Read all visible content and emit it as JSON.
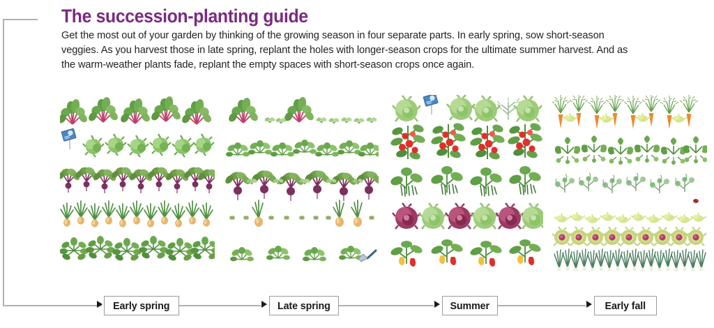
{
  "headline": "The succession-planting guide",
  "intro": "Get the most out of your garden by thinking of the growing season in four separate parts. In early spring, sow short-season veggies. As you harvest those in late spring, replant the holes with longer-season crops for the ultimate summer harvest. And as the warm-weather plants fade, replant the empty spaces with short-season crops once again.",
  "colors": {
    "headline_purple": "#7a2a80",
    "body_text": "#231f20",
    "bracket_gray": "#b0b0b0",
    "box_border_gray": "#9a9a9a",
    "arrow_black": "#1a1a1a",
    "leaf_green": "#6aa84f",
    "deep_green": "#3f7a3a",
    "tomato_red": "#e0302a",
    "beet_purple": "#7d2f5e",
    "onion_tan": "#e8b56a",
    "carrot_orange": "#ef8a2b",
    "lettuce_light": "#a9d18e",
    "radicchio": "#b23a6a",
    "seed_packet_blue": "#4b87c4",
    "pepper_yellow": "#f2c23e"
  },
  "timeline": {
    "stages": [
      {
        "label": "Early spring"
      },
      {
        "label": "Late spring"
      },
      {
        "label": "Summer"
      },
      {
        "label": "Early fall"
      }
    ]
  },
  "panels": [
    {
      "stage": "Early spring",
      "rows": [
        {
          "crop": "swiss-chard",
          "count": 5,
          "note": "mature leafy chard with red stems"
        },
        {
          "crop": "lettuce",
          "count": 6,
          "note": "young lettuce rosettes, seed packet on stake at row start"
        },
        {
          "crop": "beets",
          "count": 9,
          "note": "beet greens with purple roots"
        },
        {
          "crop": "onions",
          "count": 11,
          "note": "onion tops with bulbs"
        },
        {
          "crop": "arugula",
          "count": 6,
          "note": "lobed arugula / mustard greens"
        }
      ],
      "has_seed_packet": true,
      "has_trowel": false
    },
    {
      "stage": "Late spring",
      "rows": [
        {
          "crop": "swiss-chard",
          "count": 2,
          "note": "most chard harvested, small seedlings remain"
        },
        {
          "crop": "tomato-seedlings",
          "count": 7,
          "note": "young transplants filling gaps"
        },
        {
          "crop": "beets",
          "count": 6,
          "note": "beets sized up, gaps between"
        },
        {
          "crop": "onions",
          "count": 3,
          "note": "onions mostly pulled, stubs remain"
        },
        {
          "crop": "seedlings",
          "count": 4,
          "note": "new transplants, trowel at row end"
        }
      ],
      "has_seed_packet": false,
      "has_trowel": true
    },
    {
      "stage": "Summer",
      "rows": [
        {
          "crop": "lettuce-heads",
          "count": 5,
          "note": "head lettuce and dill, seed packet on stake"
        },
        {
          "crop": "tomatoes",
          "count": 4,
          "note": "staked tomato plants with ripe red fruit"
        },
        {
          "crop": "beans",
          "count": 4,
          "note": "bush beans with pods"
        },
        {
          "crop": "lettuce-heads",
          "count": 6,
          "note": "alternating red and green head lettuce"
        },
        {
          "crop": "peppers",
          "count": 4,
          "note": "pepper plants with red and yellow fruit"
        }
      ],
      "has_seed_packet": true,
      "has_trowel": false
    },
    {
      "stage": "Early fall",
      "rows": [
        {
          "crop": "carrots",
          "count": 8,
          "note": "carrot tops with orange roots"
        },
        {
          "crop": "squash",
          "count": 6,
          "note": "broad-leaved squash or radish greens"
        },
        {
          "crop": "peas",
          "count": 6,
          "note": "pea vines with tendrils, ladybug at row end"
        },
        {
          "crop": "mesclun",
          "count": 10,
          "note": "loose mesclun mix seedlings"
        },
        {
          "crop": "radicchio",
          "count": 10,
          "note": "radicchio heads, red centers"
        },
        {
          "crop": "scallions",
          "count": 18,
          "note": "upright scallion / grassy greens"
        }
      ],
      "has_seed_packet": false,
      "has_trowel": false
    }
  ]
}
